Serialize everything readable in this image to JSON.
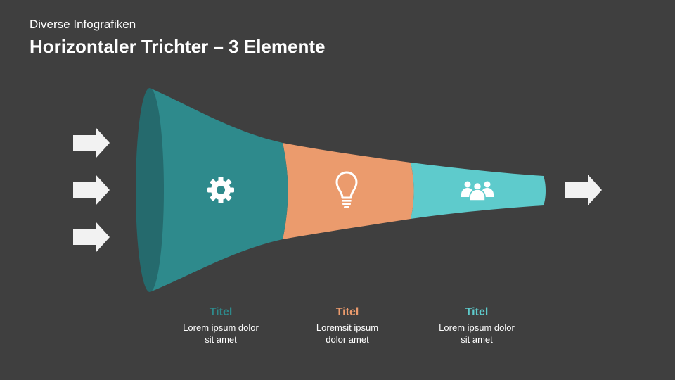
{
  "header": {
    "subtitle": "Diverse Infografiken",
    "title": "Horizontaler Trichter – 3 Elemente"
  },
  "funnel": {
    "colors": {
      "rim": "#256a6d",
      "segment_1": "#2e8a8c",
      "segment_2": "#eb9b6d",
      "segment_3": "#5ecbcc",
      "arrow": "#f2f2f2",
      "background": "#3f3f3f"
    },
    "segments": [
      {
        "icon": "gear-icon",
        "title": "Titel",
        "text": "Lorem ipsum dolor sit amet",
        "color": "#2e8a8c"
      },
      {
        "icon": "lightbulb-icon",
        "title": "Titel",
        "text": "Loremsit ipsum dolor amet",
        "color": "#eb9b6d"
      },
      {
        "icon": "people-group-icon",
        "title": "Titel",
        "text": "Lorem ipsum dolor sit amet",
        "color": "#5ecbcc"
      }
    ],
    "input_arrow_count": 3,
    "output_arrow_count": 1
  }
}
